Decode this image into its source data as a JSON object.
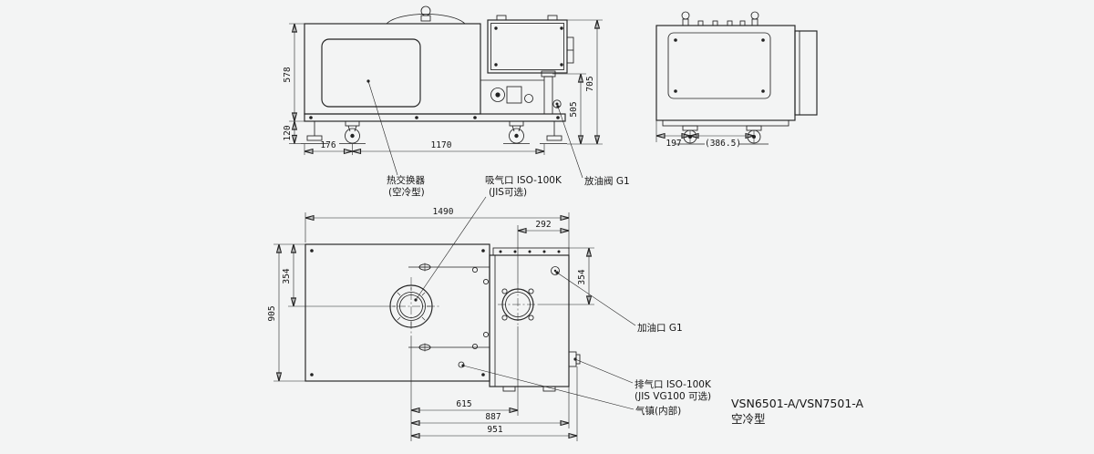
{
  "colors": {
    "background": "#f3f4f4",
    "line": "#222222"
  },
  "model_block": {
    "line1": "VSN6501-A/VSN7501-A",
    "line2": "空冷型"
  },
  "callouts": {
    "heat_exchanger_1": "热交换器",
    "heat_exchanger_2": "(空冷型)",
    "suction_1": "吸气口 ISO-100K",
    "suction_2": "(JIS可选)",
    "drain": "放油阀 G1",
    "fill": "加油口 G1",
    "exhaust_1": "排气口 ISO-100K",
    "exhaust_2": "(JIS VG100 可选)",
    "ballast": "气镇(内部)"
  },
  "dims": {
    "side": {
      "h578": "578",
      "h120": "120",
      "w176": "176",
      "w1170": "1170",
      "h505": "505",
      "h705": "705"
    },
    "end": {
      "w197": "197",
      "w386": "(386.5)"
    },
    "top": {
      "w1490": "1490",
      "w292": "292",
      "h354l": "354",
      "h905": "905",
      "h354r": "354",
      "w615": "615",
      "w887": "887",
      "w951": "951"
    }
  }
}
